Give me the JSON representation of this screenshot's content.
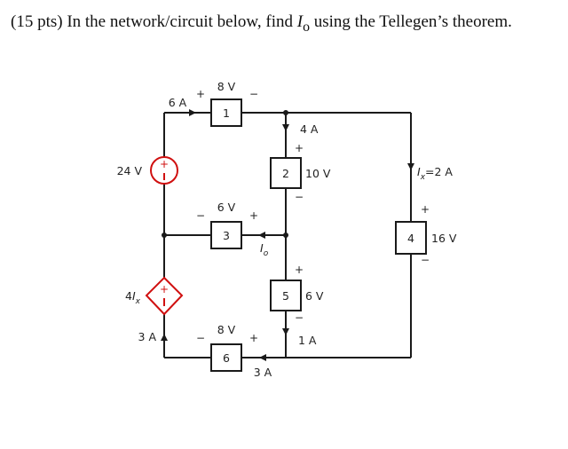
{
  "question": {
    "prefix": "(15 pts) In the network/circuit below, find ",
    "var_main": "I",
    "var_sub": "o",
    "suffix": " using the Tellegen’s theorem."
  },
  "elements": {
    "e1": {
      "num": "1",
      "voltage": "8 V",
      "current": "6 A"
    },
    "e2": {
      "num": "2",
      "voltage": "10 V",
      "current": "4 A"
    },
    "e3": {
      "num": "3",
      "voltage": "6 V",
      "current_var": "I",
      "current_sub": "o"
    },
    "e4": {
      "num": "4",
      "voltage": "16 V",
      "current_var": "I",
      "current_sub": "x",
      "current_val": "=2 A"
    },
    "e5": {
      "num": "5",
      "voltage": "6 V",
      "current": "1 A"
    },
    "e6": {
      "num": "6",
      "voltage": "8 V",
      "current": "3 A"
    }
  },
  "sources": {
    "vsrc": {
      "label": "24 V"
    },
    "dep": {
      "coef": "4",
      "var": "I",
      "sub": "x",
      "side_current": "3 A"
    }
  },
  "signs": {
    "plus": "+",
    "minus": "−"
  },
  "colors": {
    "source": "#d01010",
    "wire": "#1a1a1a"
  }
}
